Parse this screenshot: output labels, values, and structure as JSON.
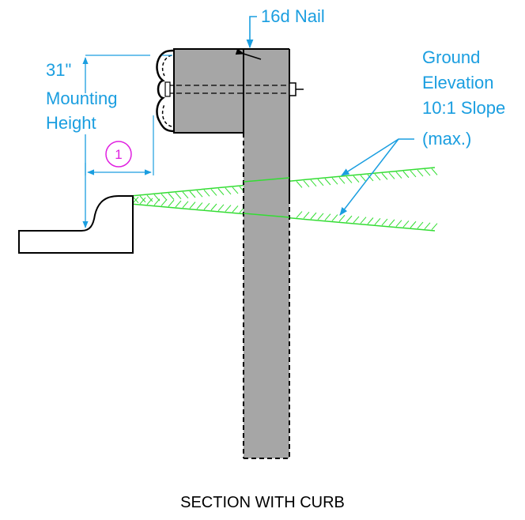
{
  "labels": {
    "nail": "16d Nail",
    "height_value": "31\"",
    "height_line1": "Mounting",
    "height_line2": "Height",
    "ground_line1": "Ground",
    "ground_line2": "Elevation",
    "ground_line3": "10:1 Slope",
    "ground_line4": "(max.)",
    "callout_number": "1",
    "caption": "SECTION WITH CURB"
  },
  "colors": {
    "dimension": "#1a9ee0",
    "callout": "#e020e0",
    "ground_hatch": "#33dd33",
    "timber": "#a6a6a6",
    "outline": "#000000"
  }
}
